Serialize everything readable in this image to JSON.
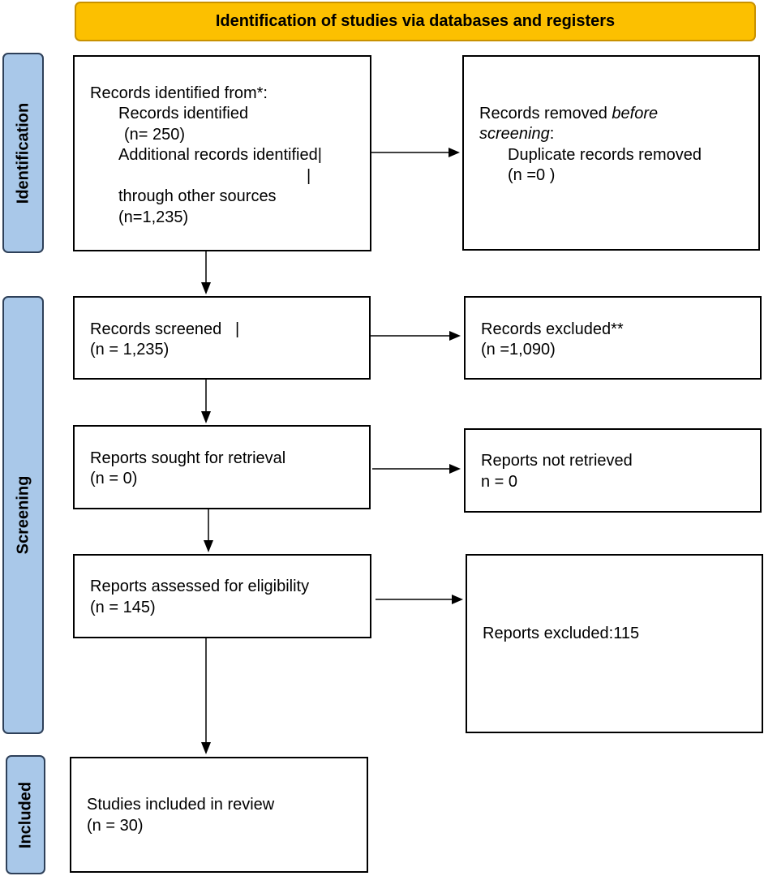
{
  "header": {
    "title": "Identification of studies via databases and registers"
  },
  "phases": {
    "identification": "Identification",
    "screening": "Screening",
    "included": "Included"
  },
  "identified_box": {
    "line1": "Records identified from*:",
    "line2": "Records identified",
    "line3": "(n= 250)",
    "line4": "Additional records identified|",
    "line5": "|",
    "line6": "through other sources",
    "line7": "(n=1,235)"
  },
  "removed_box": {
    "line1": "Records removed ",
    "line1_italic": "before",
    "line2_italic": "screening",
    "line2_suffix": ":",
    "line3": "Duplicate records removed",
    "line4": "(n =0 )"
  },
  "screened_box": {
    "line1": "Records screened   |",
    "line2": "(n = 1,235)"
  },
  "excluded_box": {
    "line1": "Records excluded**",
    "line2": "(n =1,090)"
  },
  "sought_box": {
    "line1": "Reports sought for retrieval",
    "line2": "(n = 0)"
  },
  "not_retrieved_box": {
    "line1": "Reports not retrieved",
    "line2": "n = 0"
  },
  "assessed_box": {
    "line1": "Reports assessed for eligibility",
    "line2": "(n = 145)"
  },
  "reports_excluded_box": {
    "line1": "Reports excluded:115"
  },
  "included_box": {
    "line1": "Studies included in review",
    "line2": "(n = 30)"
  }
}
